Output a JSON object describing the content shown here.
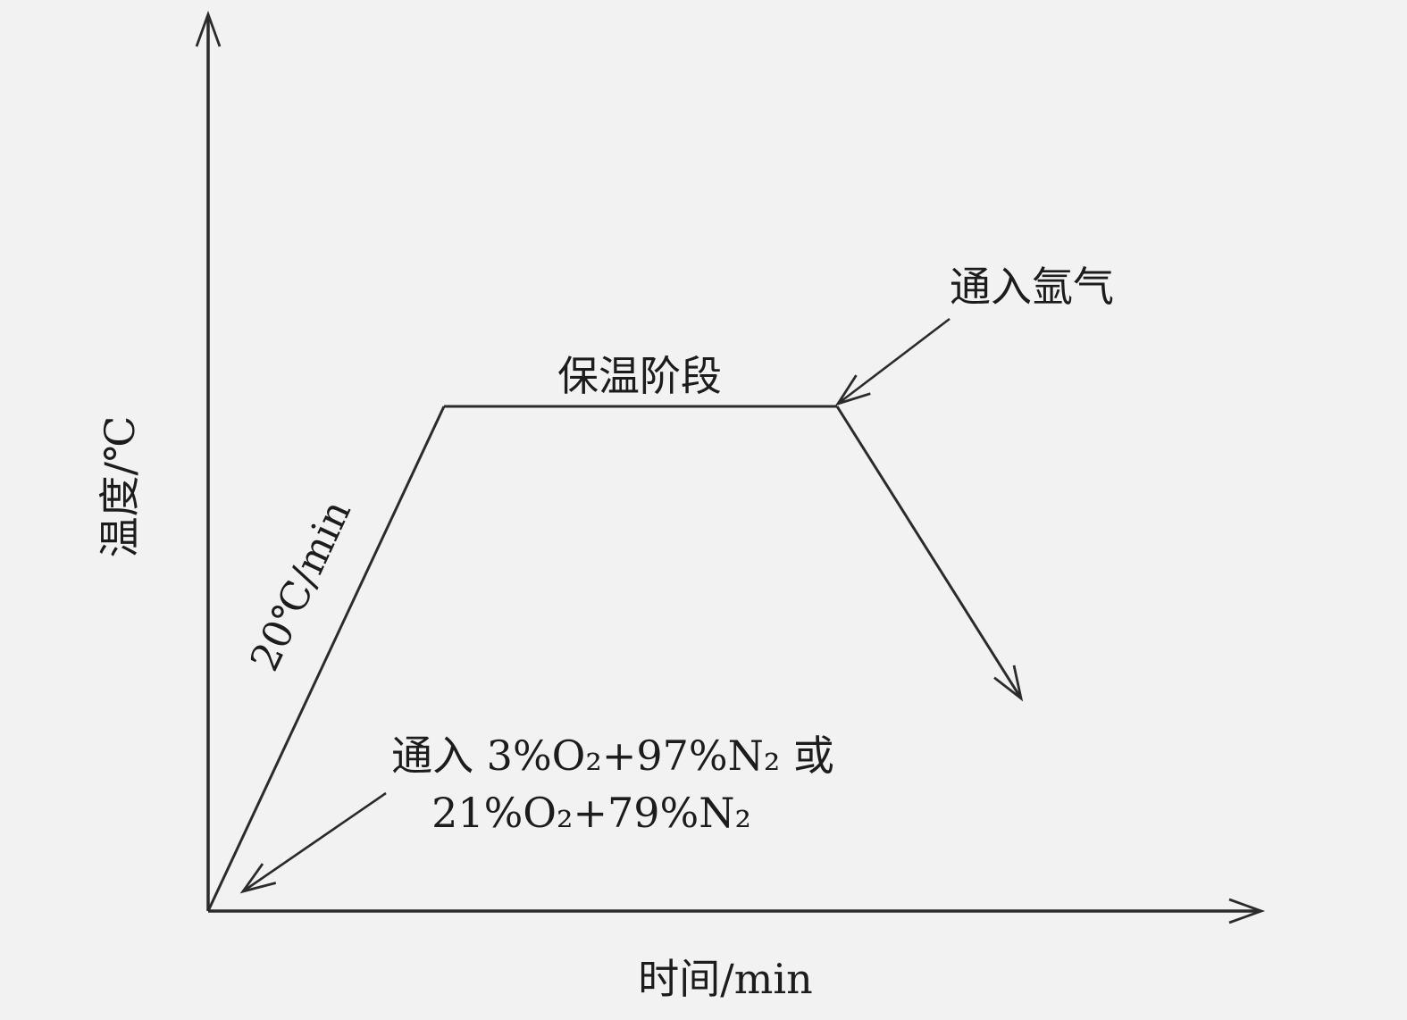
{
  "figure": {
    "y_axis_label": "温度/℃",
    "x_axis_label": "时间/min",
    "ramp_rate_label": "20℃/min",
    "plateau_label": "保温阶段",
    "annotations": {
      "argon": "通入氩气",
      "gas_mixture_line1": "通入 3%O₂+97%N₂ 或",
      "gas_mixture_line2": "21%O₂+79%N₂"
    },
    "colors": {
      "background": "#f2f2f2",
      "line": "#2b2b2b",
      "text": "#1c1c1c"
    }
  }
}
